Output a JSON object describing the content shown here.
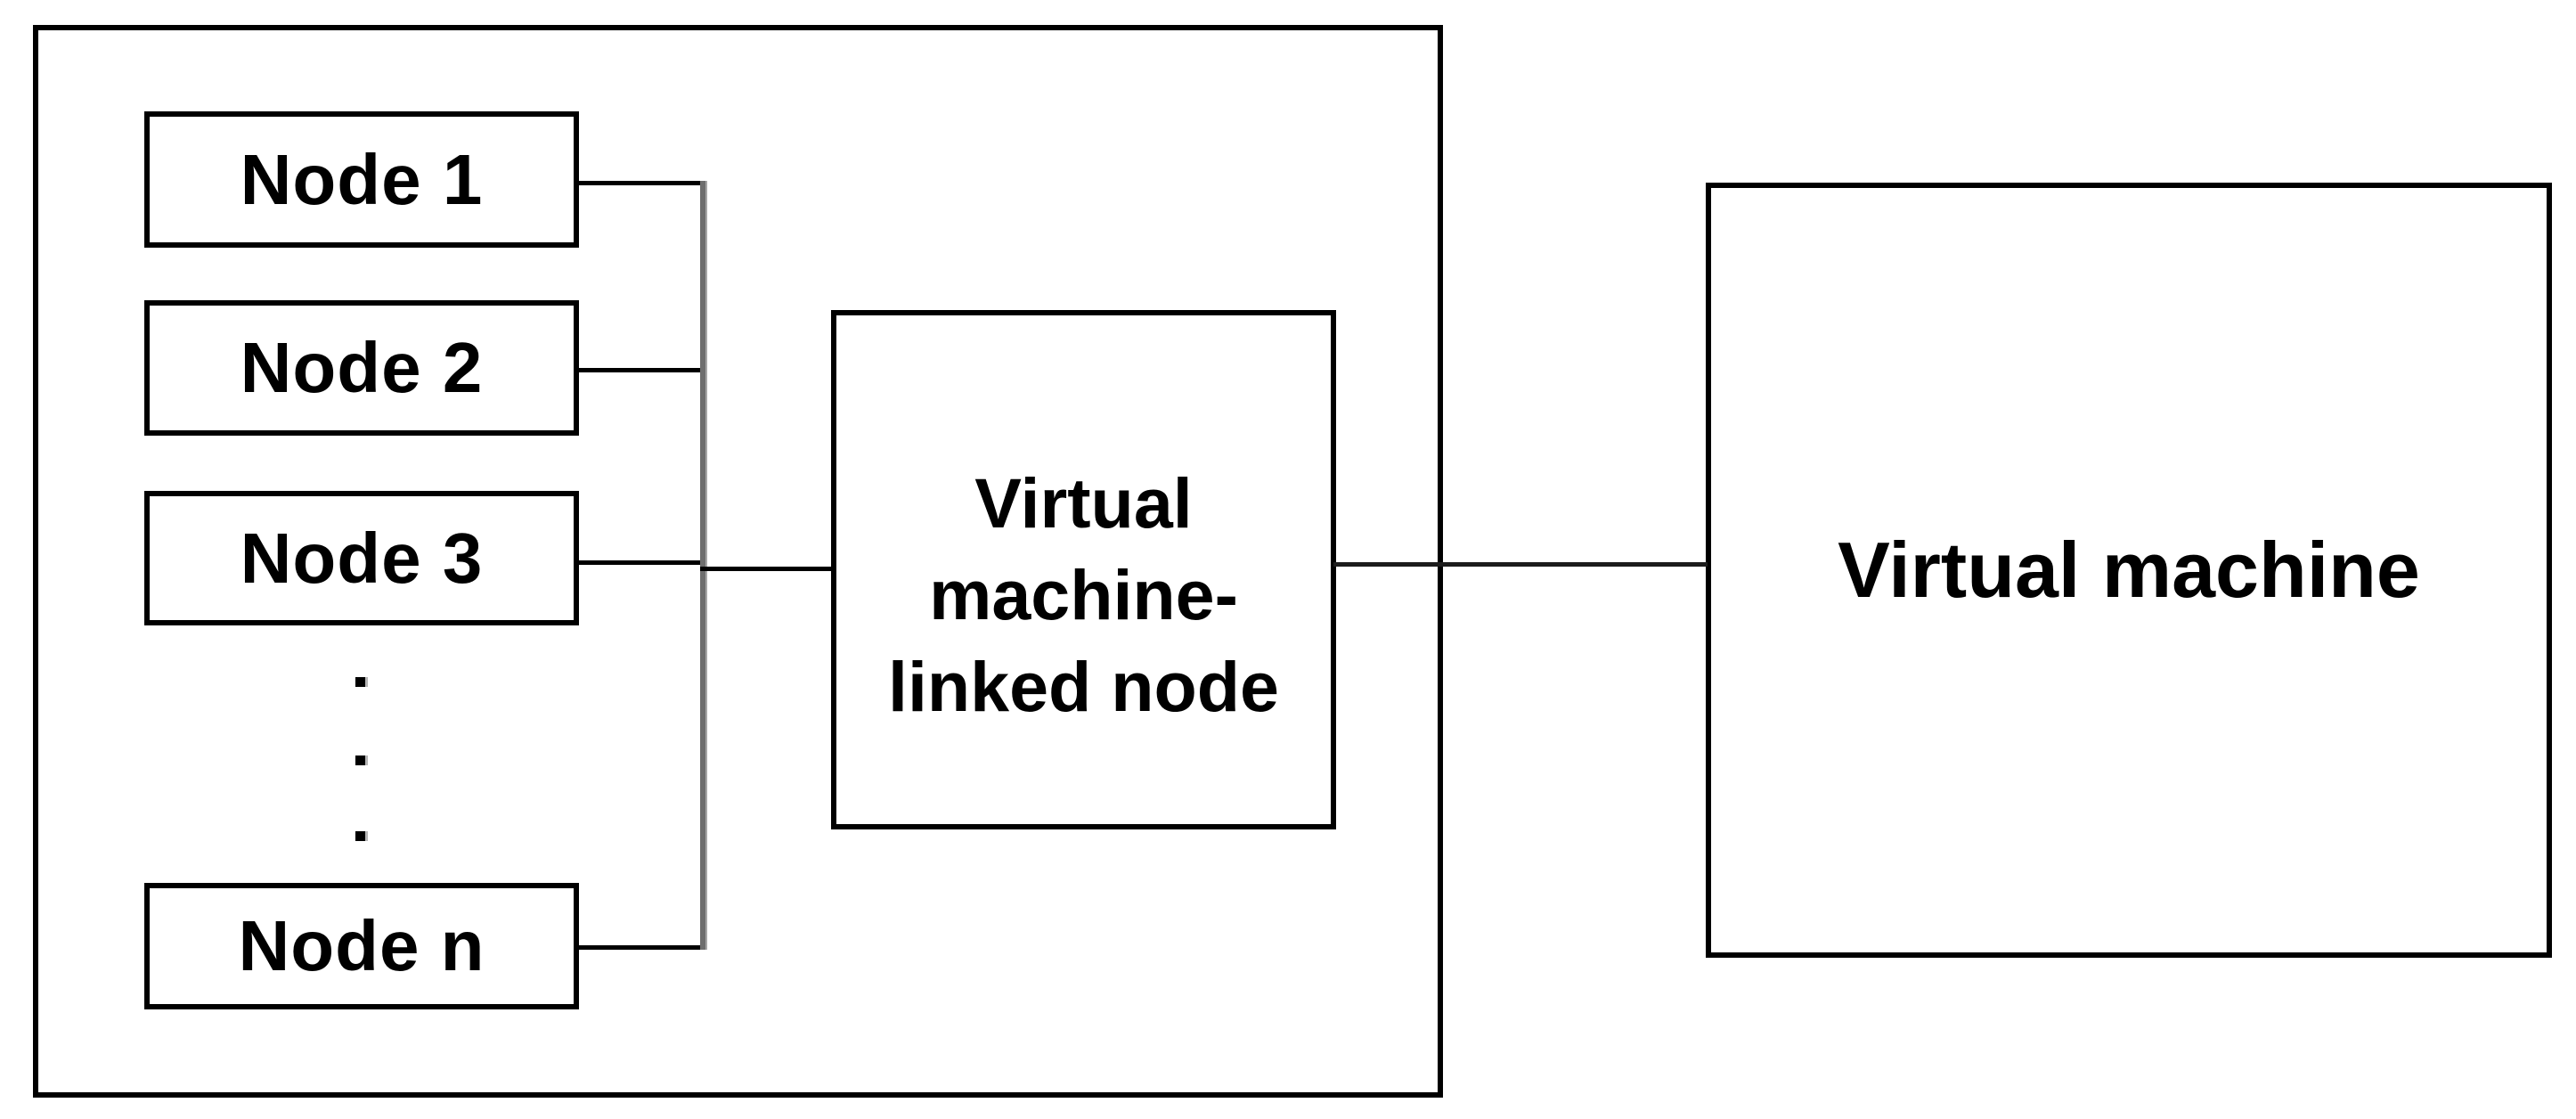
{
  "colors": {
    "background": "#ffffff",
    "box_border": "#000000",
    "text": "#000000",
    "connector": "#000000",
    "bus_line": "#6e6e6e"
  },
  "cluster": {
    "nodes": [
      {
        "label": "Node 1"
      },
      {
        "label": "Node 2"
      },
      {
        "label": "Node 3"
      },
      {
        "label": "Node n"
      }
    ],
    "ellipsis": {
      "glyph": ".",
      "count": 3
    }
  },
  "vm_linked_node": {
    "label": "Virtual machine-linked node",
    "lines": [
      "Virtual",
      "machine-",
      "linked node"
    ]
  },
  "virtual_machine": {
    "label": "Virtual machine"
  }
}
